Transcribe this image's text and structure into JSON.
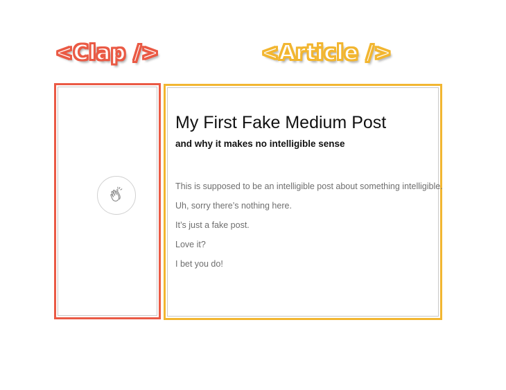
{
  "labels": {
    "clap": "<Clap />",
    "article": "<Article />"
  },
  "colors": {
    "clap_accent": "#ea5a45",
    "article_accent": "#f2b631",
    "frame_gray": "#c9c9c9"
  },
  "clap": {
    "icon": "clap-hands-icon"
  },
  "article": {
    "title": "My First Fake Medium Post",
    "subtitle": "and why it makes no intelligible sense",
    "paragraphs": [
      "This is supposed to be an intelligible post about something intelligible.",
      "Uh, sorry there’s nothing here.",
      "It’s just a fake post.",
      "Love it?",
      "I bet you do!"
    ]
  }
}
